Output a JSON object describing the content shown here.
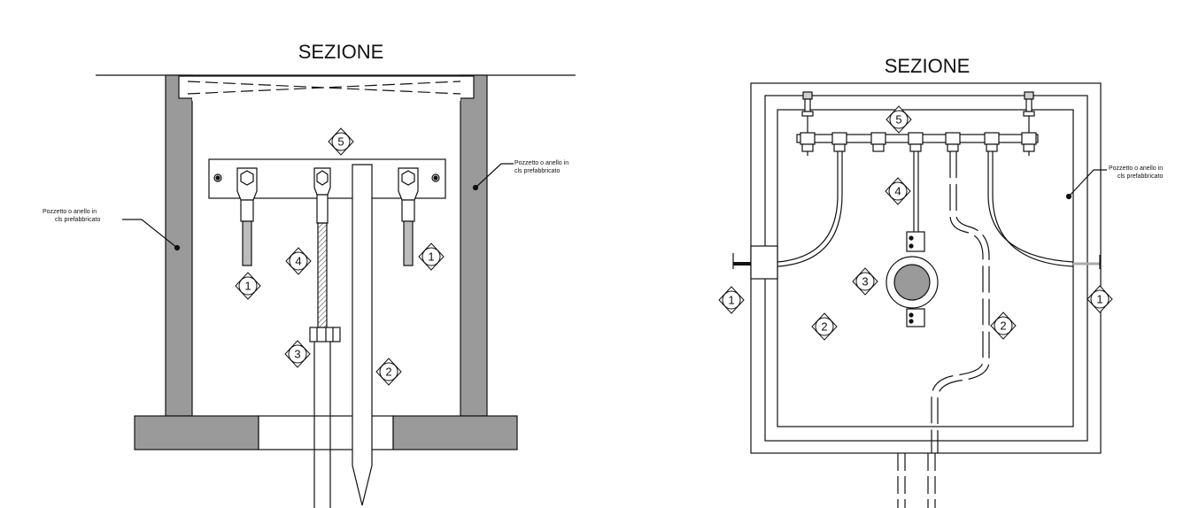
{
  "left_view": {
    "title": "SEZIONE",
    "note": {
      "line1": "Pozzetto o anello in",
      "line2": "cls prefabbricato"
    },
    "markers": [
      "1",
      "1",
      "2",
      "3",
      "4",
      "5"
    ]
  },
  "right_view": {
    "title": "SEZIONE",
    "note": {
      "line1": "Pozzetto o anello in",
      "line2": "cls prefabbricato"
    },
    "markers": [
      "1",
      "1",
      "2",
      "2",
      "3",
      "4",
      "5"
    ]
  },
  "colors": {
    "line": "#111111",
    "wall_fill": "#9a9a9a",
    "rod_fill": "#bdbdbd",
    "cap_fill": "#d0d0d0"
  }
}
